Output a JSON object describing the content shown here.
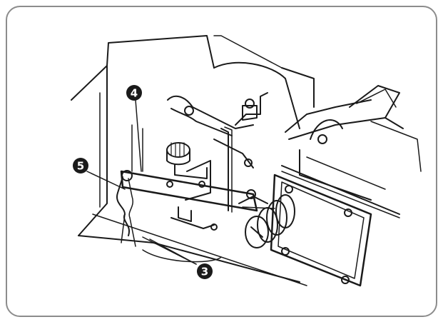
{
  "callouts": [
    {
      "id": "callout-3",
      "label": "3"
    },
    {
      "id": "callout-4",
      "label": "4"
    },
    {
      "id": "callout-5",
      "label": "5"
    }
  ],
  "colors": {
    "ink": "#1a1a1a",
    "frame": "#8c8c8c",
    "paper": "#ffffff"
  }
}
